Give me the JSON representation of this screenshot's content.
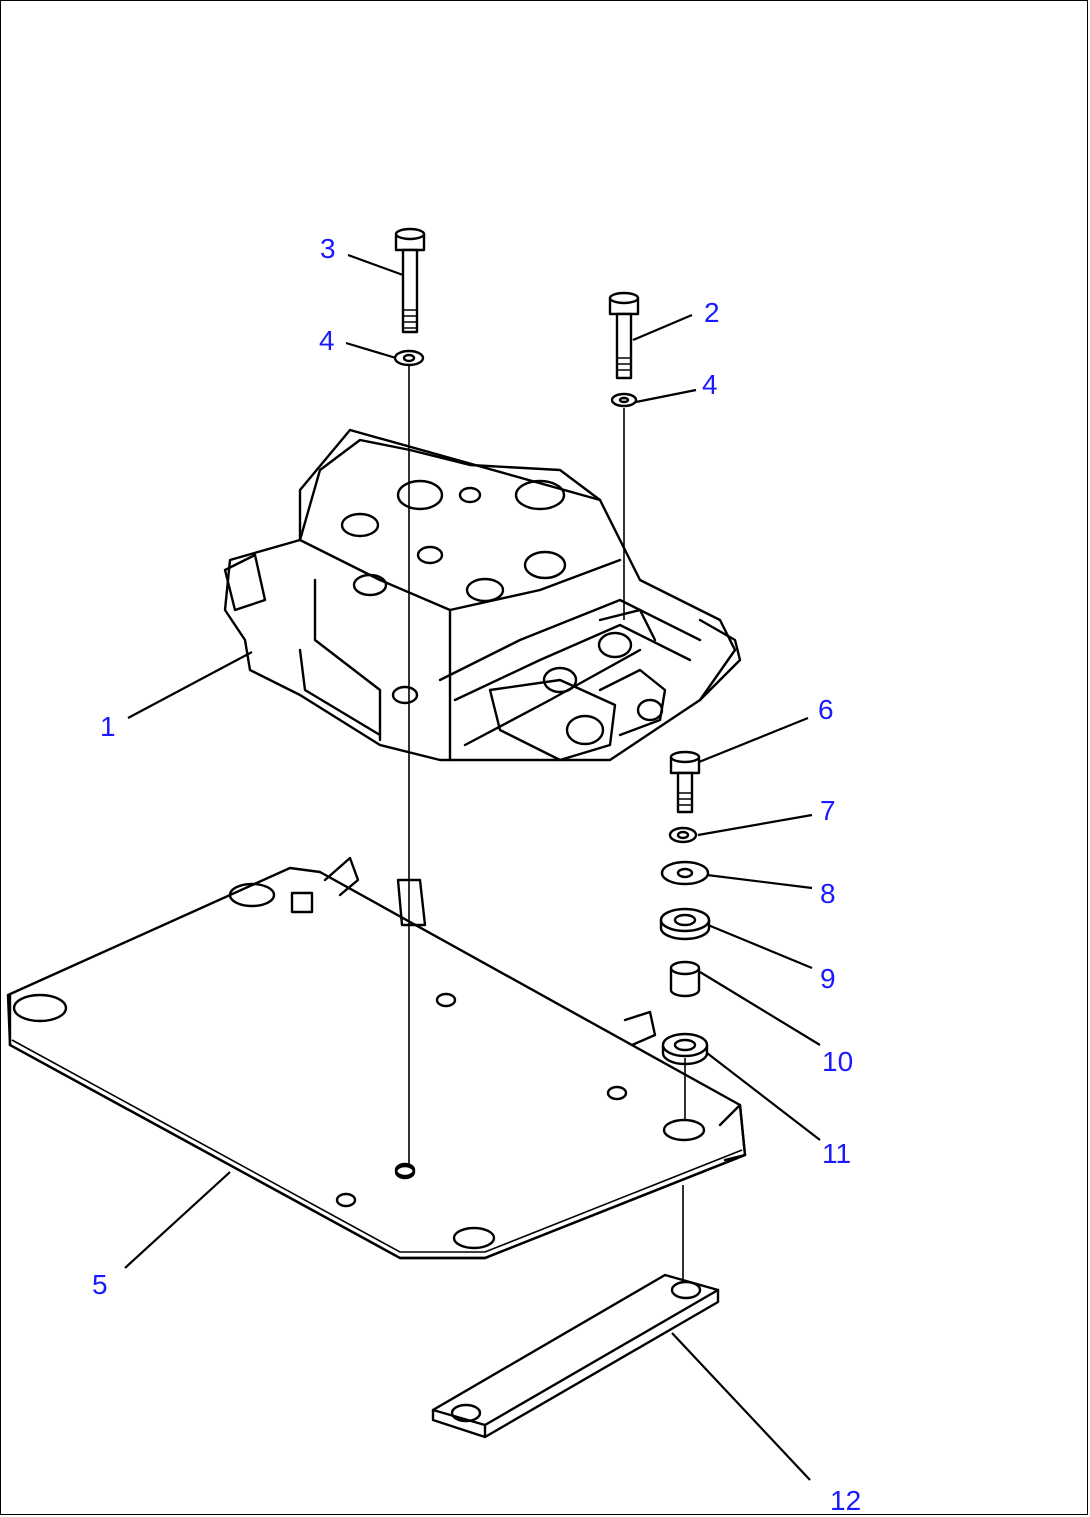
{
  "callouts": [
    {
      "id": "1",
      "text": "1"
    },
    {
      "id": "2",
      "text": "2"
    },
    {
      "id": "3",
      "text": "3"
    },
    {
      "id": "4a",
      "text": "4"
    },
    {
      "id": "4b",
      "text": "4"
    },
    {
      "id": "5",
      "text": "5"
    },
    {
      "id": "6",
      "text": "6"
    },
    {
      "id": "7",
      "text": "7"
    },
    {
      "id": "8",
      "text": "8"
    },
    {
      "id": "9",
      "text": "9"
    },
    {
      "id": "10",
      "text": "10"
    },
    {
      "id": "11",
      "text": "11"
    },
    {
      "id": "12",
      "text": "12"
    }
  ],
  "colors": {
    "callout": "#1a1aff",
    "line": "#000000",
    "background": "#ffffff"
  }
}
